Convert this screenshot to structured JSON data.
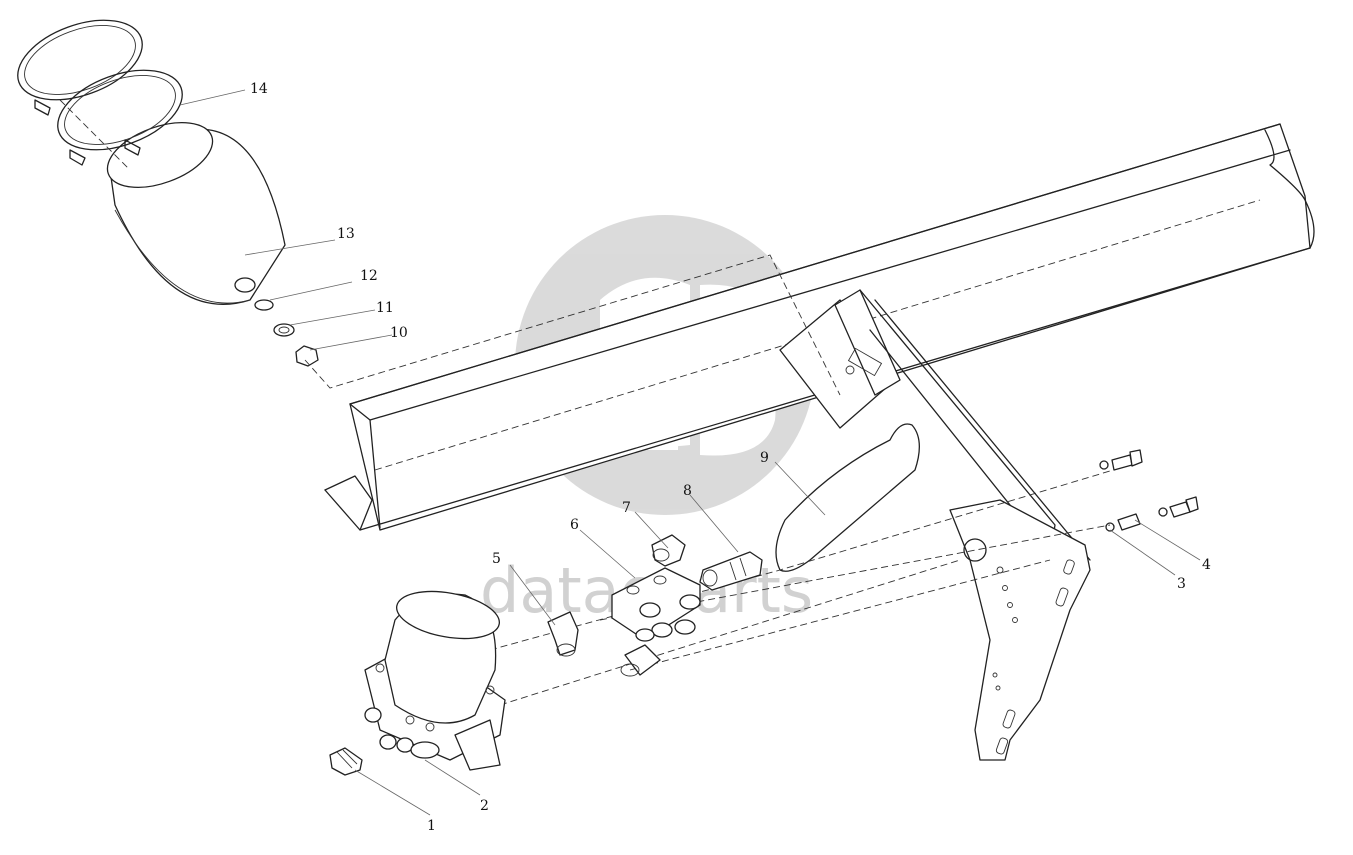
{
  "diagram": {
    "callouts": [
      {
        "id": "1",
        "text": "1"
      },
      {
        "id": "2",
        "text": "2"
      },
      {
        "id": "3",
        "text": "3"
      },
      {
        "id": "4",
        "text": "4"
      },
      {
        "id": "5",
        "text": "5"
      },
      {
        "id": "6",
        "text": "6"
      },
      {
        "id": "7",
        "text": "7"
      },
      {
        "id": "8",
        "text": "8"
      },
      {
        "id": "9",
        "text": "9"
      },
      {
        "id": "10",
        "text": "10"
      },
      {
        "id": "11",
        "text": "11"
      },
      {
        "id": "12",
        "text": "12"
      },
      {
        "id": "13",
        "text": "13"
      },
      {
        "id": "14",
        "text": "14"
      }
    ]
  },
  "watermark": {
    "text": "datacparts",
    "color": "#c9c9c9"
  }
}
